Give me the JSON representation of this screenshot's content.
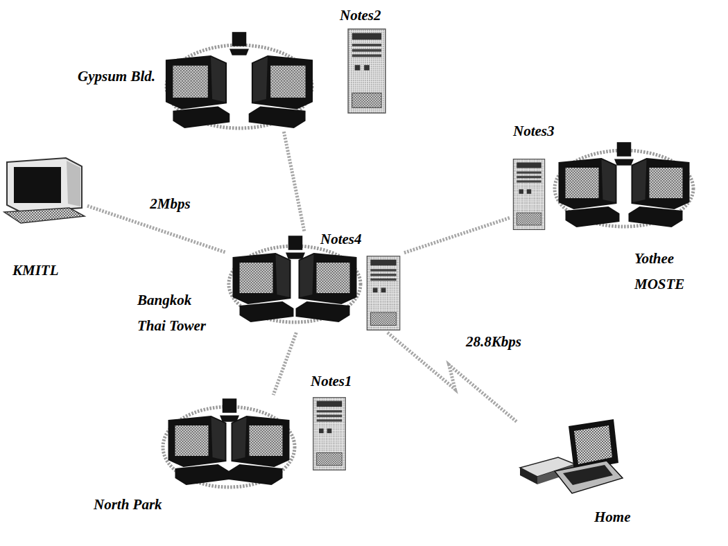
{
  "diagram": {
    "nodes": [
      {
        "text": [
          "Notes2",
          "Gypsum Bld."
        ]
      },
      {
        "text": [
          "Notes3",
          "Yothee MOSTE"
        ]
      },
      {
        "text": [
          "KMITL"
        ]
      },
      {
        "text": [
          "Notes4",
          "Bangkok Thai Tower"
        ]
      },
      {
        "text": [
          "Notes1",
          "North Park"
        ]
      },
      {
        "text": [
          "Home"
        ]
      }
    ],
    "edges": [
      {
        "from": 0,
        "to": 3,
        "arrow": "none"
      },
      {
        "from": 2,
        "to": 3,
        "label": "2Mbps",
        "arrow": "none"
      },
      {
        "from": 3,
        "to": 1,
        "arrow": "none"
      },
      {
        "from": 3,
        "to": 4,
        "arrow": "none"
      },
      {
        "from": 3,
        "to": 5,
        "label": "28.8Kbps",
        "arrow": "none"
      }
    ]
  }
}
